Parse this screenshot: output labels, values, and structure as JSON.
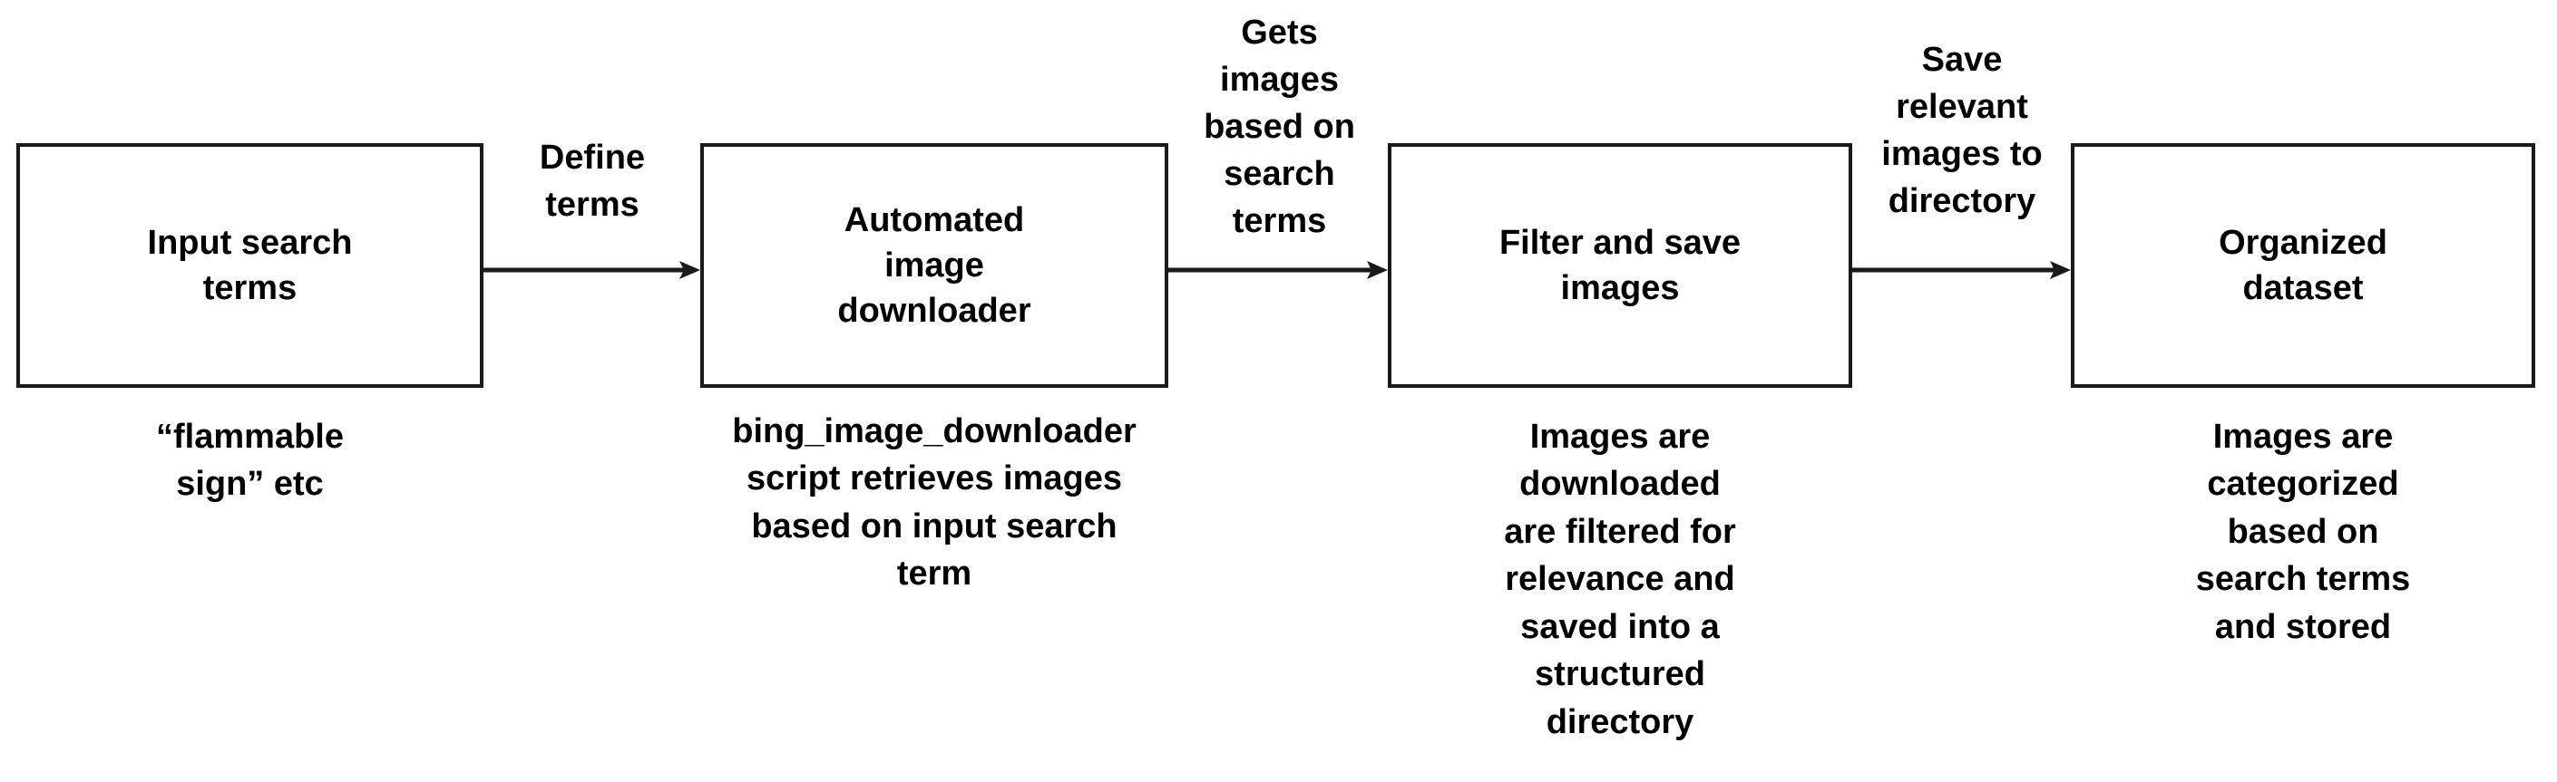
{
  "diagram": {
    "type": "flowchart",
    "orientation": "left-to-right",
    "background_color": "#ffffff",
    "stroke_color": "#1a1a1a",
    "text_color": "#000000",
    "nodes": [
      {
        "id": "input-search-terms",
        "label": "Input search\nterms",
        "caption": "“flammable\nsign” etc"
      },
      {
        "id": "automated-image-downloader",
        "label": "Automated\nimage\ndownloader",
        "caption": "bing_image_downloader\nscript retrieves images\nbased on input search\nterm"
      },
      {
        "id": "filter-and-save-images",
        "label": "Filter and save\nimages",
        "caption": "Images are\ndownloaded\nare filtered for\nrelevance and\nsaved into a\nstructured\ndirectory"
      },
      {
        "id": "organized-dataset",
        "label": "Organized\ndataset",
        "caption": "Images are\ncategorized\nbased on\nsearch terms\nand stored"
      }
    ],
    "edges": [
      {
        "id": "edge-1",
        "from": "input-search-terms",
        "to": "automated-image-downloader",
        "label": "Define\nterms"
      },
      {
        "id": "edge-2",
        "from": "automated-image-downloader",
        "to": "filter-and-save-images",
        "label": "Gets\nimages\nbased on\nsearch\nterms"
      },
      {
        "id": "edge-3",
        "from": "filter-and-save-images",
        "to": "organized-dataset",
        "label": "Save\nrelevant\nimages to\ndirectory"
      }
    ]
  }
}
